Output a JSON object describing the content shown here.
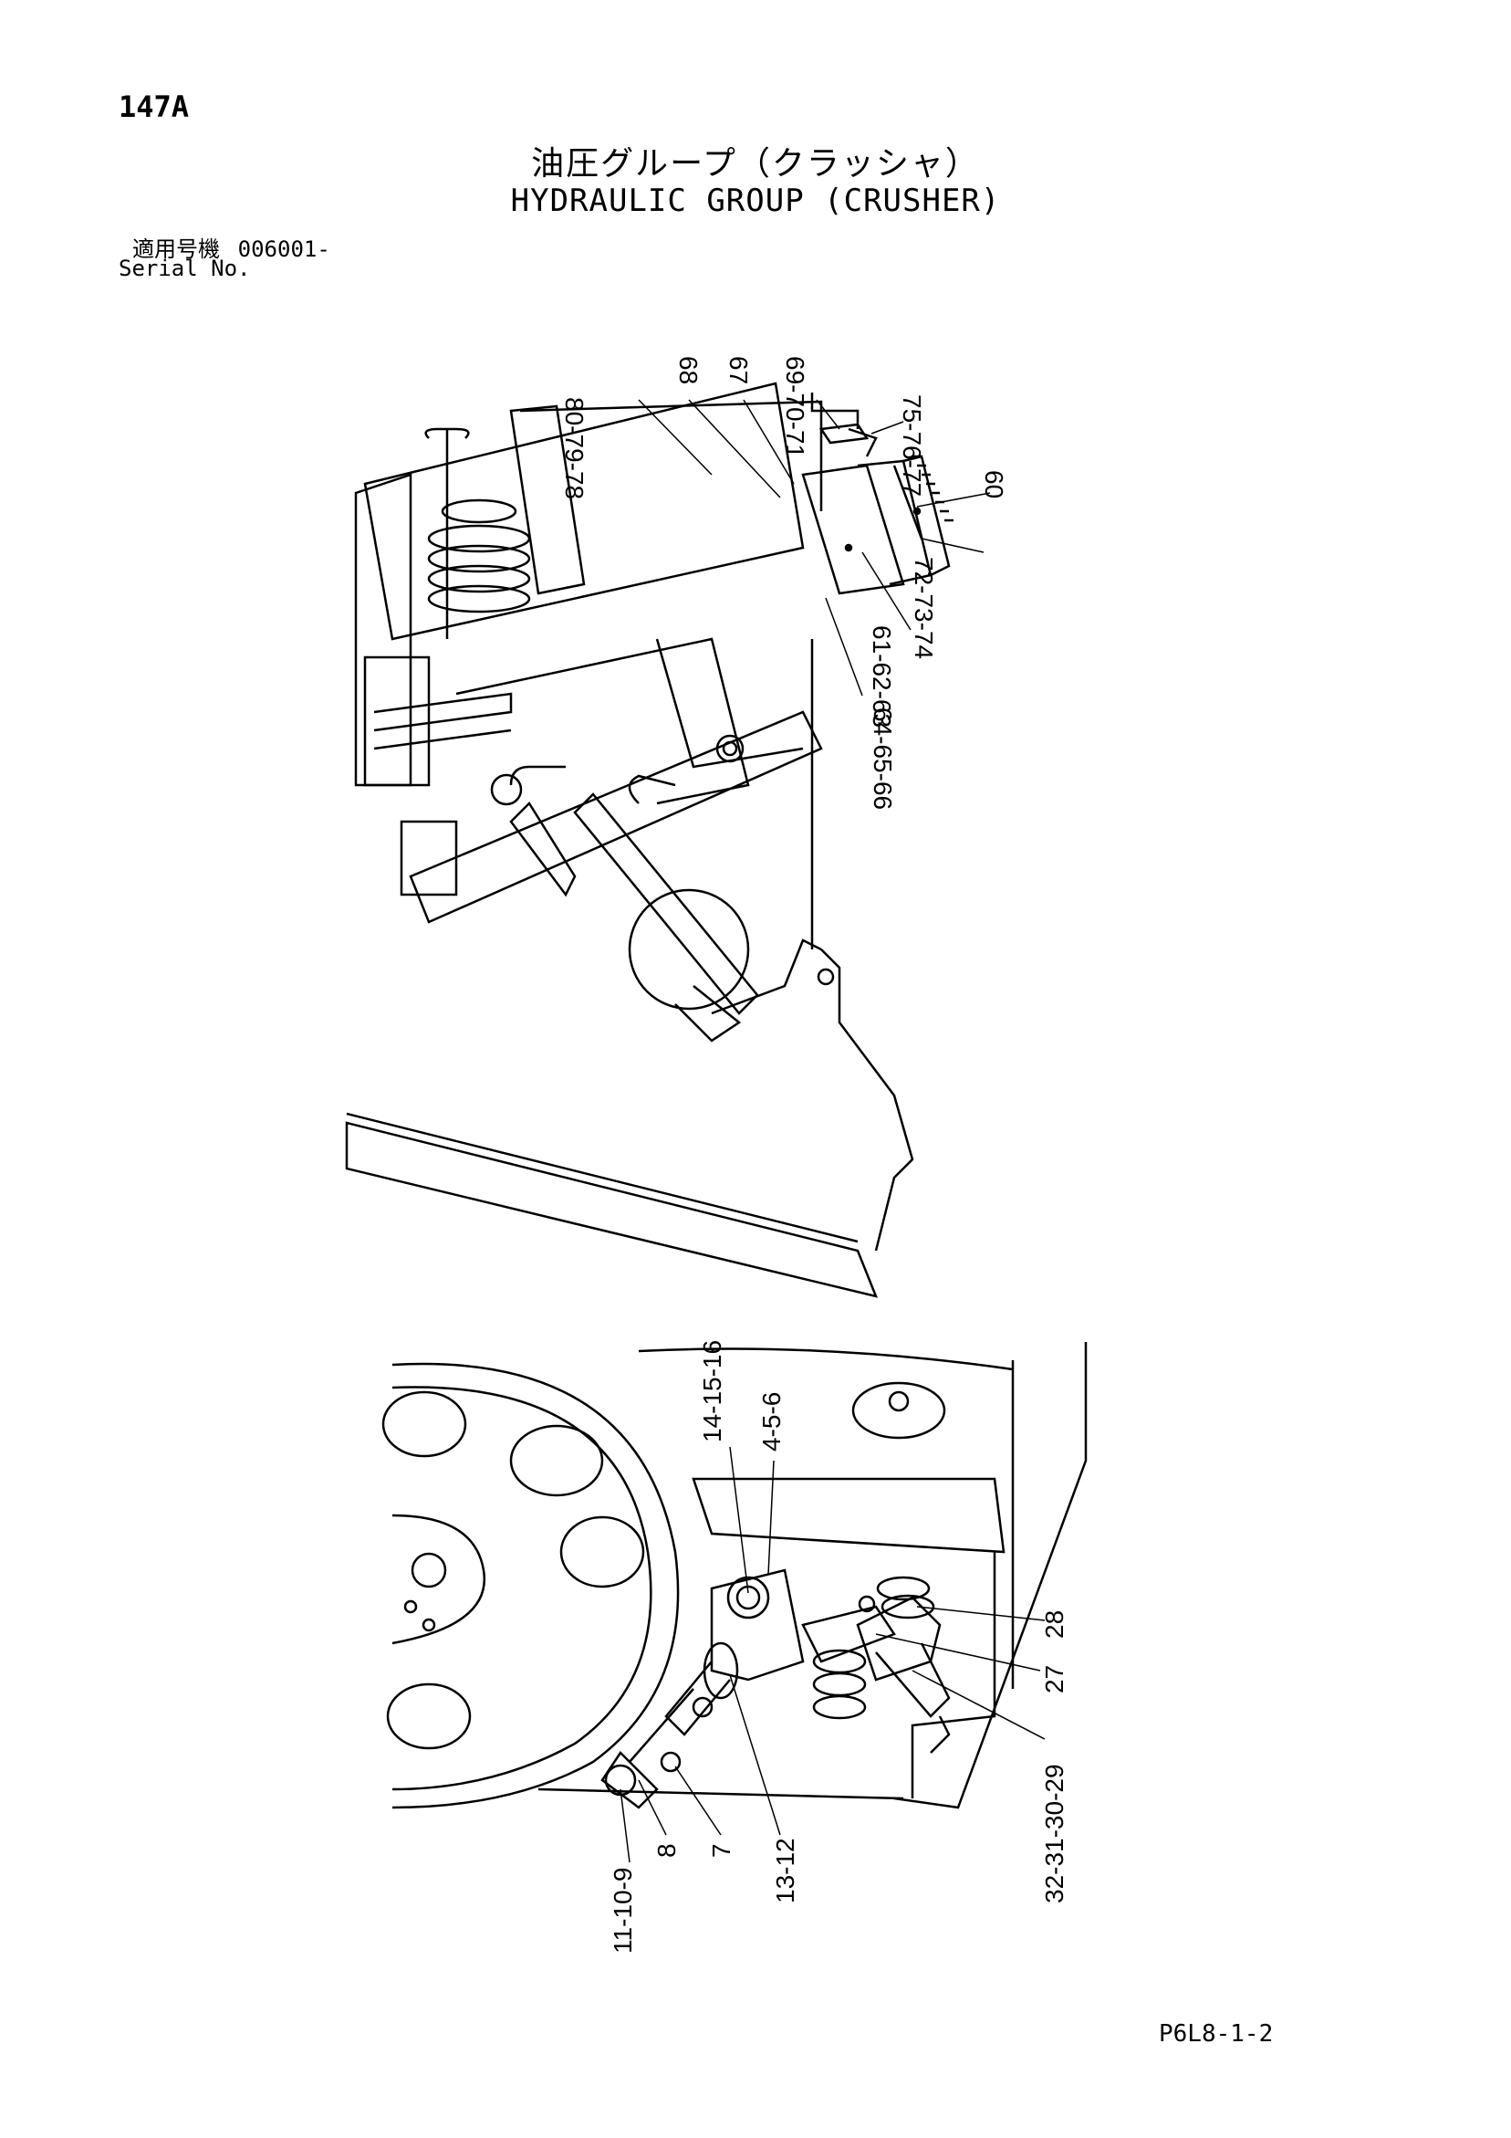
{
  "page_number": "147A",
  "title_jp": "油圧グループ（クラッシャ）",
  "title_en": "HYDRAULIC GROUP (CRUSHER)",
  "serial": {
    "label_jp": "適用号機",
    "value": "006001-",
    "label_en": "Serial No."
  },
  "figure_code": "P6L8-1-2",
  "top_callouts": [
    "80-79-78",
    "68",
    "67",
    "69-70-71",
    "75-76-77",
    "60",
    "72-73-74",
    "61-62-63",
    "64-65-66"
  ],
  "bottom_callouts": [
    "14-15-16",
    "4-5-6",
    "28",
    "27",
    "32-31-30-29",
    "13-12",
    "7",
    "8",
    "11-10-9"
  ]
}
